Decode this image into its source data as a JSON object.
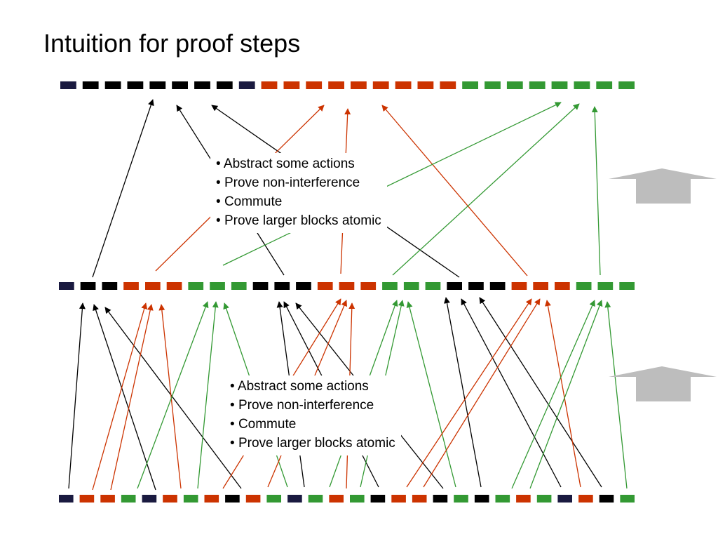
{
  "slide": {
    "title": "Intuition for proof steps"
  },
  "colors": {
    "black": "#000000",
    "red": "#cc3300",
    "green": "#339933",
    "navy": "#1a1a40",
    "gray": "#bdbdbd"
  },
  "callouts": [
    {
      "items": [
        "Abstract some actions",
        "Prove non-interference",
        "Commute",
        "Prove larger blocks atomic"
      ]
    },
    {
      "items": [
        "Abstract some actions",
        "Prove non-interference",
        "Commute",
        "Prove larger blocks atomic"
      ]
    }
  ],
  "rows": {
    "top": [
      "navy",
      "black",
      "black",
      "black",
      "black",
      "black",
      "black",
      "black",
      "navy",
      "red",
      "red",
      "red",
      "red",
      "red",
      "red",
      "red",
      "red",
      "red",
      "green",
      "green",
      "green",
      "green",
      "green",
      "green",
      "green",
      "green"
    ],
    "middle": [
      "navy",
      "black",
      "black",
      "red",
      "red",
      "red",
      "green",
      "green",
      "green",
      "black",
      "black",
      "black",
      "red",
      "red",
      "red",
      "green",
      "green",
      "green",
      "black",
      "black",
      "black",
      "red",
      "red",
      "red",
      "green",
      "green",
      "green"
    ],
    "bottom": [
      "navy",
      "red",
      "red",
      "green",
      "navy",
      "red",
      "green",
      "red",
      "black",
      "red",
      "green",
      "navy",
      "green",
      "red",
      "green",
      "black",
      "red",
      "red",
      "black",
      "green",
      "black",
      "green",
      "red",
      "green",
      "navy",
      "red",
      "black",
      "green"
    ]
  },
  "arrows": {
    "upper_group": [
      "black",
      "black",
      "black",
      "red",
      "red",
      "red",
      "green",
      "green",
      "green"
    ],
    "lower_group": [
      "black",
      "black",
      "black",
      "red",
      "red",
      "red",
      "green",
      "green",
      "green",
      "black",
      "black",
      "black",
      "red",
      "red",
      "red",
      "green",
      "green",
      "green",
      "black",
      "black",
      "black",
      "red",
      "red",
      "red",
      "green",
      "green",
      "green"
    ]
  },
  "block_arrow_icons": [
    "up-block-arrow-icon",
    "up-block-arrow-icon"
  ]
}
